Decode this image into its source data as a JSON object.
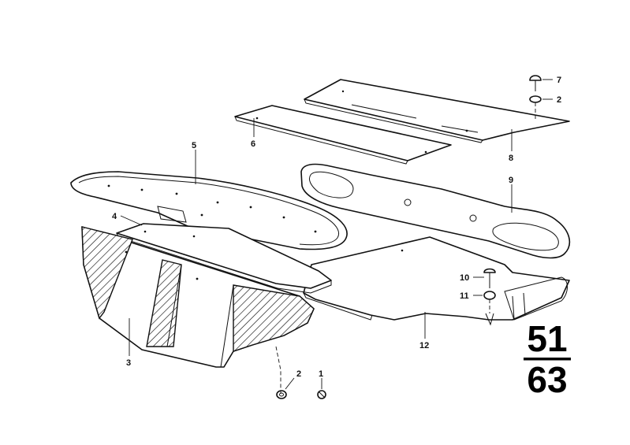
{
  "diagram": {
    "callouts": [
      {
        "id": "p1",
        "label": "1"
      },
      {
        "id": "p2a",
        "label": "2"
      },
      {
        "id": "p2b",
        "label": "2"
      },
      {
        "id": "p3",
        "label": "3"
      },
      {
        "id": "p4",
        "label": "4"
      },
      {
        "id": "p5",
        "label": "5"
      },
      {
        "id": "p6",
        "label": "6"
      },
      {
        "id": "p7",
        "label": "7"
      },
      {
        "id": "p8",
        "label": "8"
      },
      {
        "id": "p9",
        "label": "9"
      },
      {
        "id": "p10",
        "label": "10"
      },
      {
        "id": "p11",
        "label": "11"
      },
      {
        "id": "p12",
        "label": "12"
      }
    ],
    "group_code": {
      "main_group": "51",
      "sub_group": "63"
    }
  }
}
